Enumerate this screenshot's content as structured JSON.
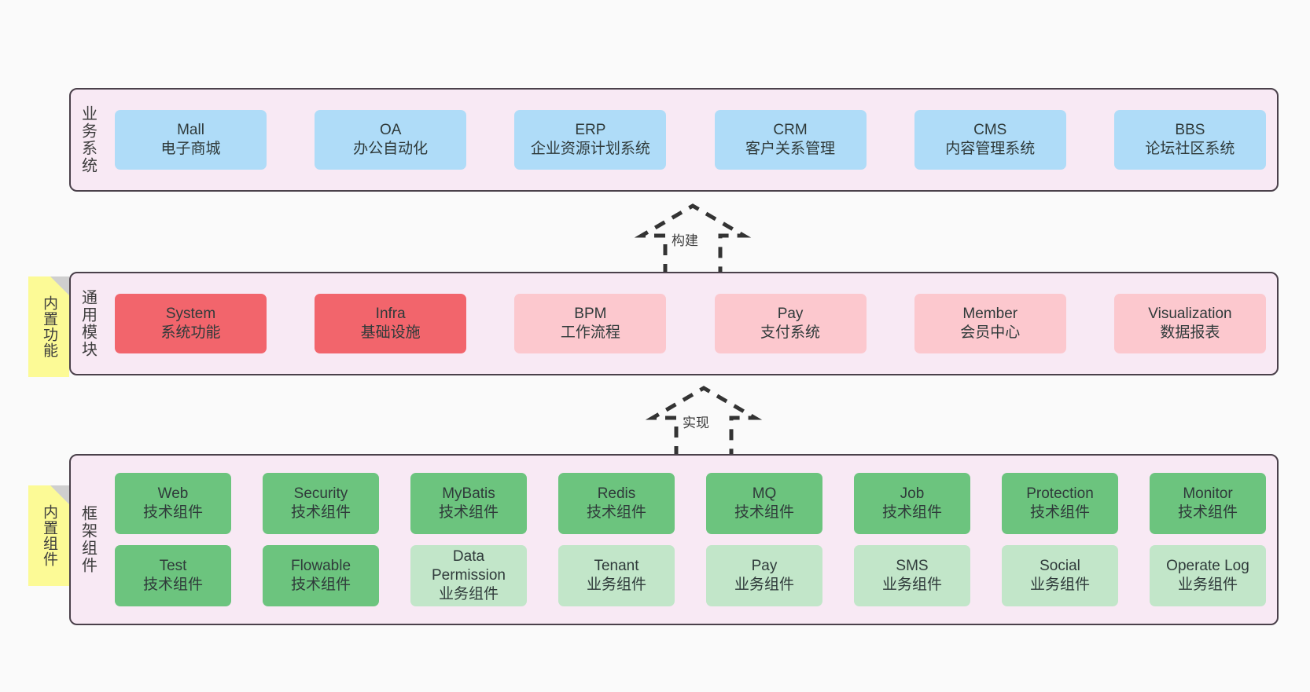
{
  "layers": [
    {
      "key": "business",
      "title": "业务系统",
      "note": null,
      "rows": [
        {
          "cards": [
            {
              "en": "Mall",
              "cn": "电子商城",
              "style": "c-blue"
            },
            {
              "en": "OA",
              "cn": "办公自动化",
              "style": "c-blue"
            },
            {
              "en": "ERP",
              "cn": "企业资源计划系统",
              "style": "c-blue"
            },
            {
              "en": "CRM",
              "cn": "客户关系管理",
              "style": "c-blue"
            },
            {
              "en": "CMS",
              "cn": "内容管理系统",
              "style": "c-blue"
            },
            {
              "en": "BBS",
              "cn": "论坛社区系统",
              "style": "c-blue"
            }
          ]
        }
      ]
    },
    {
      "key": "common",
      "title": "通用模块",
      "note": "内置功能",
      "rows": [
        {
          "cards": [
            {
              "en": "System",
              "cn": "系统功能",
              "style": "c-red"
            },
            {
              "en": "Infra",
              "cn": "基础设施",
              "style": "c-red"
            },
            {
              "en": "BPM",
              "cn": "工作流程",
              "style": "c-pink"
            },
            {
              "en": "Pay",
              "cn": "支付系统",
              "style": "c-pink"
            },
            {
              "en": "Member",
              "cn": "会员中心",
              "style": "c-pink"
            },
            {
              "en": "Visualization",
              "cn": "数据报表",
              "style": "c-pink"
            }
          ]
        }
      ]
    },
    {
      "key": "framework",
      "title": "框架组件",
      "note": "内置组件",
      "rows": [
        {
          "cards": [
            {
              "en": "Web",
              "cn": "技术组件",
              "style": "c-green"
            },
            {
              "en": "Security",
              "cn": "技术组件",
              "style": "c-green"
            },
            {
              "en": "MyBatis",
              "cn": "技术组件",
              "style": "c-green"
            },
            {
              "en": "Redis",
              "cn": "技术组件",
              "style": "c-green"
            },
            {
              "en": "MQ",
              "cn": "技术组件",
              "style": "c-green"
            },
            {
              "en": "Job",
              "cn": "技术组件",
              "style": "c-green"
            },
            {
              "en": "Protection",
              "cn": "技术组件",
              "style": "c-green"
            },
            {
              "en": "Monitor",
              "cn": "技术组件",
              "style": "c-green"
            }
          ]
        },
        {
          "cards": [
            {
              "en": "Test",
              "cn": "技术组件",
              "style": "c-green"
            },
            {
              "en": "Flowable",
              "cn": "技术组件",
              "style": "c-green"
            },
            {
              "en": "Data Permission",
              "cn": "业务组件",
              "style": "c-greenlight"
            },
            {
              "en": "Tenant",
              "cn": "业务组件",
              "style": "c-greenlight"
            },
            {
              "en": "Pay",
              "cn": "业务组件",
              "style": "c-greenlight"
            },
            {
              "en": "SMS",
              "cn": "业务组件",
              "style": "c-greenlight"
            },
            {
              "en": "Social",
              "cn": "业务组件",
              "style": "c-greenlight"
            },
            {
              "en": "Operate Log",
              "cn": "业务组件",
              "style": "c-greenlight"
            }
          ]
        }
      ]
    }
  ],
  "arrows": [
    {
      "key": "build",
      "label": "构建"
    },
    {
      "key": "implement",
      "label": "实现"
    }
  ],
  "colors": {
    "panel_bg": "#F8E9F4",
    "panel_border": "#4A404A",
    "blue": "#AFDCF8",
    "red": "#F2656C",
    "pink": "#FCC8CE",
    "green": "#6CC47E",
    "green_light": "#C2E6C9",
    "note_bg": "#FCFA96",
    "note_fold": "#CFCFCF",
    "canvas_bg": "#FAFAFA",
    "text": "#3C3C3C"
  }
}
